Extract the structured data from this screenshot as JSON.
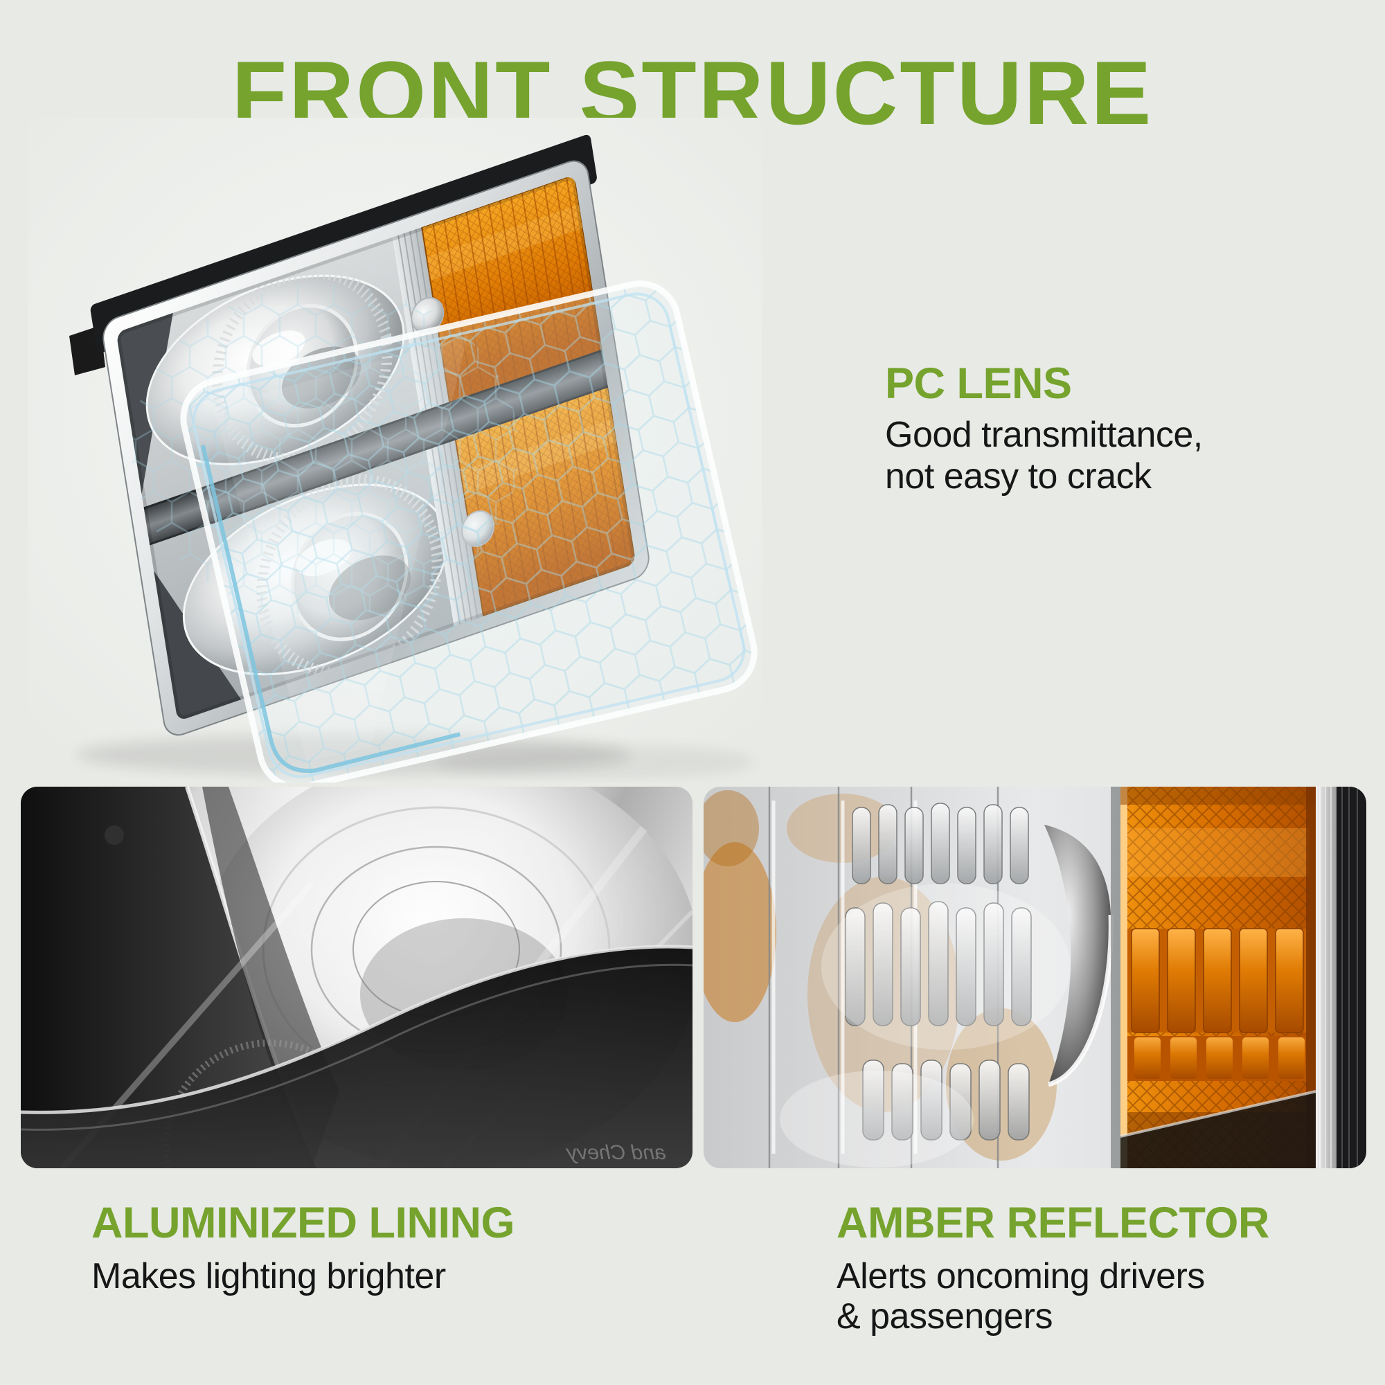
{
  "page": {
    "background": "#e8eae6",
    "accent_green": "#75a32d",
    "body_text_color": "#161616",
    "amber_color": "#e07c04",
    "lens_edge_blue": "#7cc5e0"
  },
  "title": {
    "text": "FRONT STRUCTURE"
  },
  "callouts": {
    "pc_lens": {
      "heading": "PC LENS",
      "lines": [
        "Good transmittance,",
        "not easy to crack"
      ]
    },
    "aluminized_lining": {
      "heading": "ALUMINIZED LINING",
      "lines": [
        "Makes lighting brighter"
      ]
    },
    "amber_reflector": {
      "heading": "AMBER REFLECTOR",
      "lines": [
        "Alerts oncoming drivers",
        "& passengers"
      ]
    }
  },
  "photos": {
    "chrome_macro": {
      "watermark": "and Chevy"
    }
  }
}
